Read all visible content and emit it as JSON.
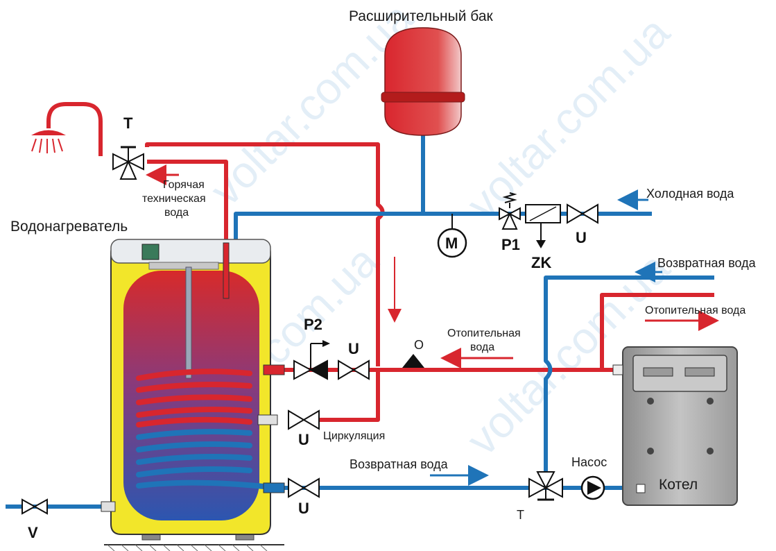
{
  "labels": {
    "expansion_tank": "Расширительный бак",
    "water_heater": "Водонагреватель",
    "hot_tap_water_line1": "Горячая",
    "hot_tap_water_line2": "техническая",
    "hot_tap_water_line3": "вода",
    "cold_water": "Холодная вода",
    "return_water_top": "Возвратная вода",
    "heating_water_right": "Отопительная вода",
    "heating_water_mid_line1": "Отопительная",
    "heating_water_mid_line2": "вода",
    "circulation": "Циркуляция",
    "return_water_bottom": "Возвратная вода",
    "pump": "Насос",
    "boiler": "Котел"
  },
  "codes": {
    "t_top": "T",
    "t_bottom": "T",
    "p1": "P1",
    "p2": "P2",
    "u_cold": "U",
    "u_heating": "U",
    "u_circulation": "U",
    "u_return": "U",
    "zk": "ZK",
    "m": "M",
    "o": "O",
    "v": "V"
  },
  "watermark": "voltar.com.ua",
  "colors": {
    "hot_pipe": "#d8262e",
    "cold_pipe": "#1f74b8",
    "tank_shell": "#f2e62a",
    "expansion_tank": "#d33a3a",
    "boiler_body": "#a9a9a9"
  },
  "icons": {
    "shower": "shower-head-icon",
    "valve": "gate-valve-icon",
    "three_way": "three-way-valve-icon",
    "pump": "pump-icon",
    "manometer": "manometer-icon"
  }
}
